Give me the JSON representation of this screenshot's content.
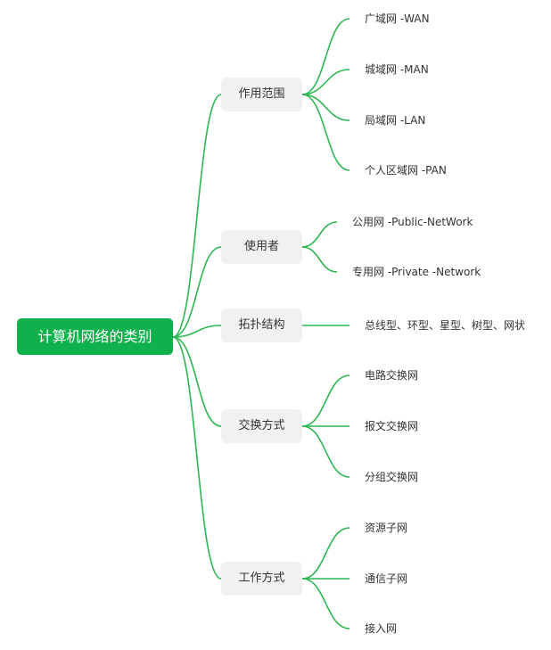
{
  "root": {
    "label": "计算机网络的类别"
  },
  "branches": [
    {
      "label": "作用范围",
      "leaves": [
        "广域网 -WAN",
        "城域网 -MAN",
        "局域网 -LAN",
        "个人区域网 -PAN"
      ]
    },
    {
      "label": "使用者",
      "leaves": [
        "公用网 -Public-NetWork",
        "专用网 -Private -Network"
      ]
    },
    {
      "label": "拓扑结构",
      "leaves": [
        "总线型、环型、星型、树型、网状"
      ]
    },
    {
      "label": "交换方式",
      "leaves": [
        "电路交换网",
        "报文交换网",
        "分组交换网"
      ]
    },
    {
      "label": "工作方式",
      "leaves": [
        "资源子网",
        "通信子网",
        "接入网"
      ]
    }
  ],
  "colors": {
    "root_fill": "#0fb14d",
    "link": "#2db752",
    "branch_fill": "#f1f1f1",
    "text": "#333333"
  }
}
